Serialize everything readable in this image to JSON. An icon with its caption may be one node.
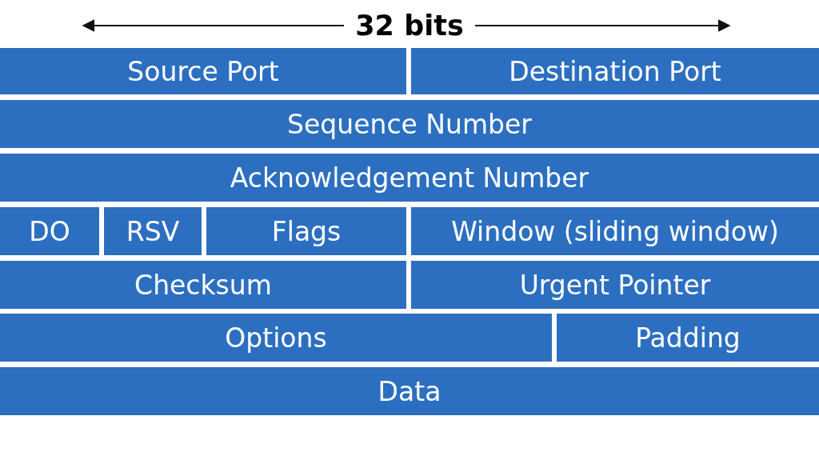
{
  "diagram": {
    "nodes": [
      {
        "text": [
          "Source Port"
        ]
      },
      {
        "text": [
          "Destination Port"
        ]
      },
      {
        "text": [
          "Sequence Number"
        ]
      },
      {
        "text": [
          "Acknowledgement Number"
        ]
      },
      {
        "text": [
          "DO"
        ]
      },
      {
        "text": [
          "RSV"
        ]
      },
      {
        "text": [
          "Flags"
        ]
      },
      {
        "text": [
          "Window (sliding window)"
        ]
      },
      {
        "text": [
          "Checksum"
        ]
      },
      {
        "text": [
          "Urgent Pointer"
        ]
      },
      {
        "text": [
          "Options"
        ]
      },
      {
        "text": [
          "Padding"
        ]
      },
      {
        "text": [
          "Data"
        ]
      }
    ],
    "edges": [],
    "labels": [
      "32 bits"
    ]
  }
}
